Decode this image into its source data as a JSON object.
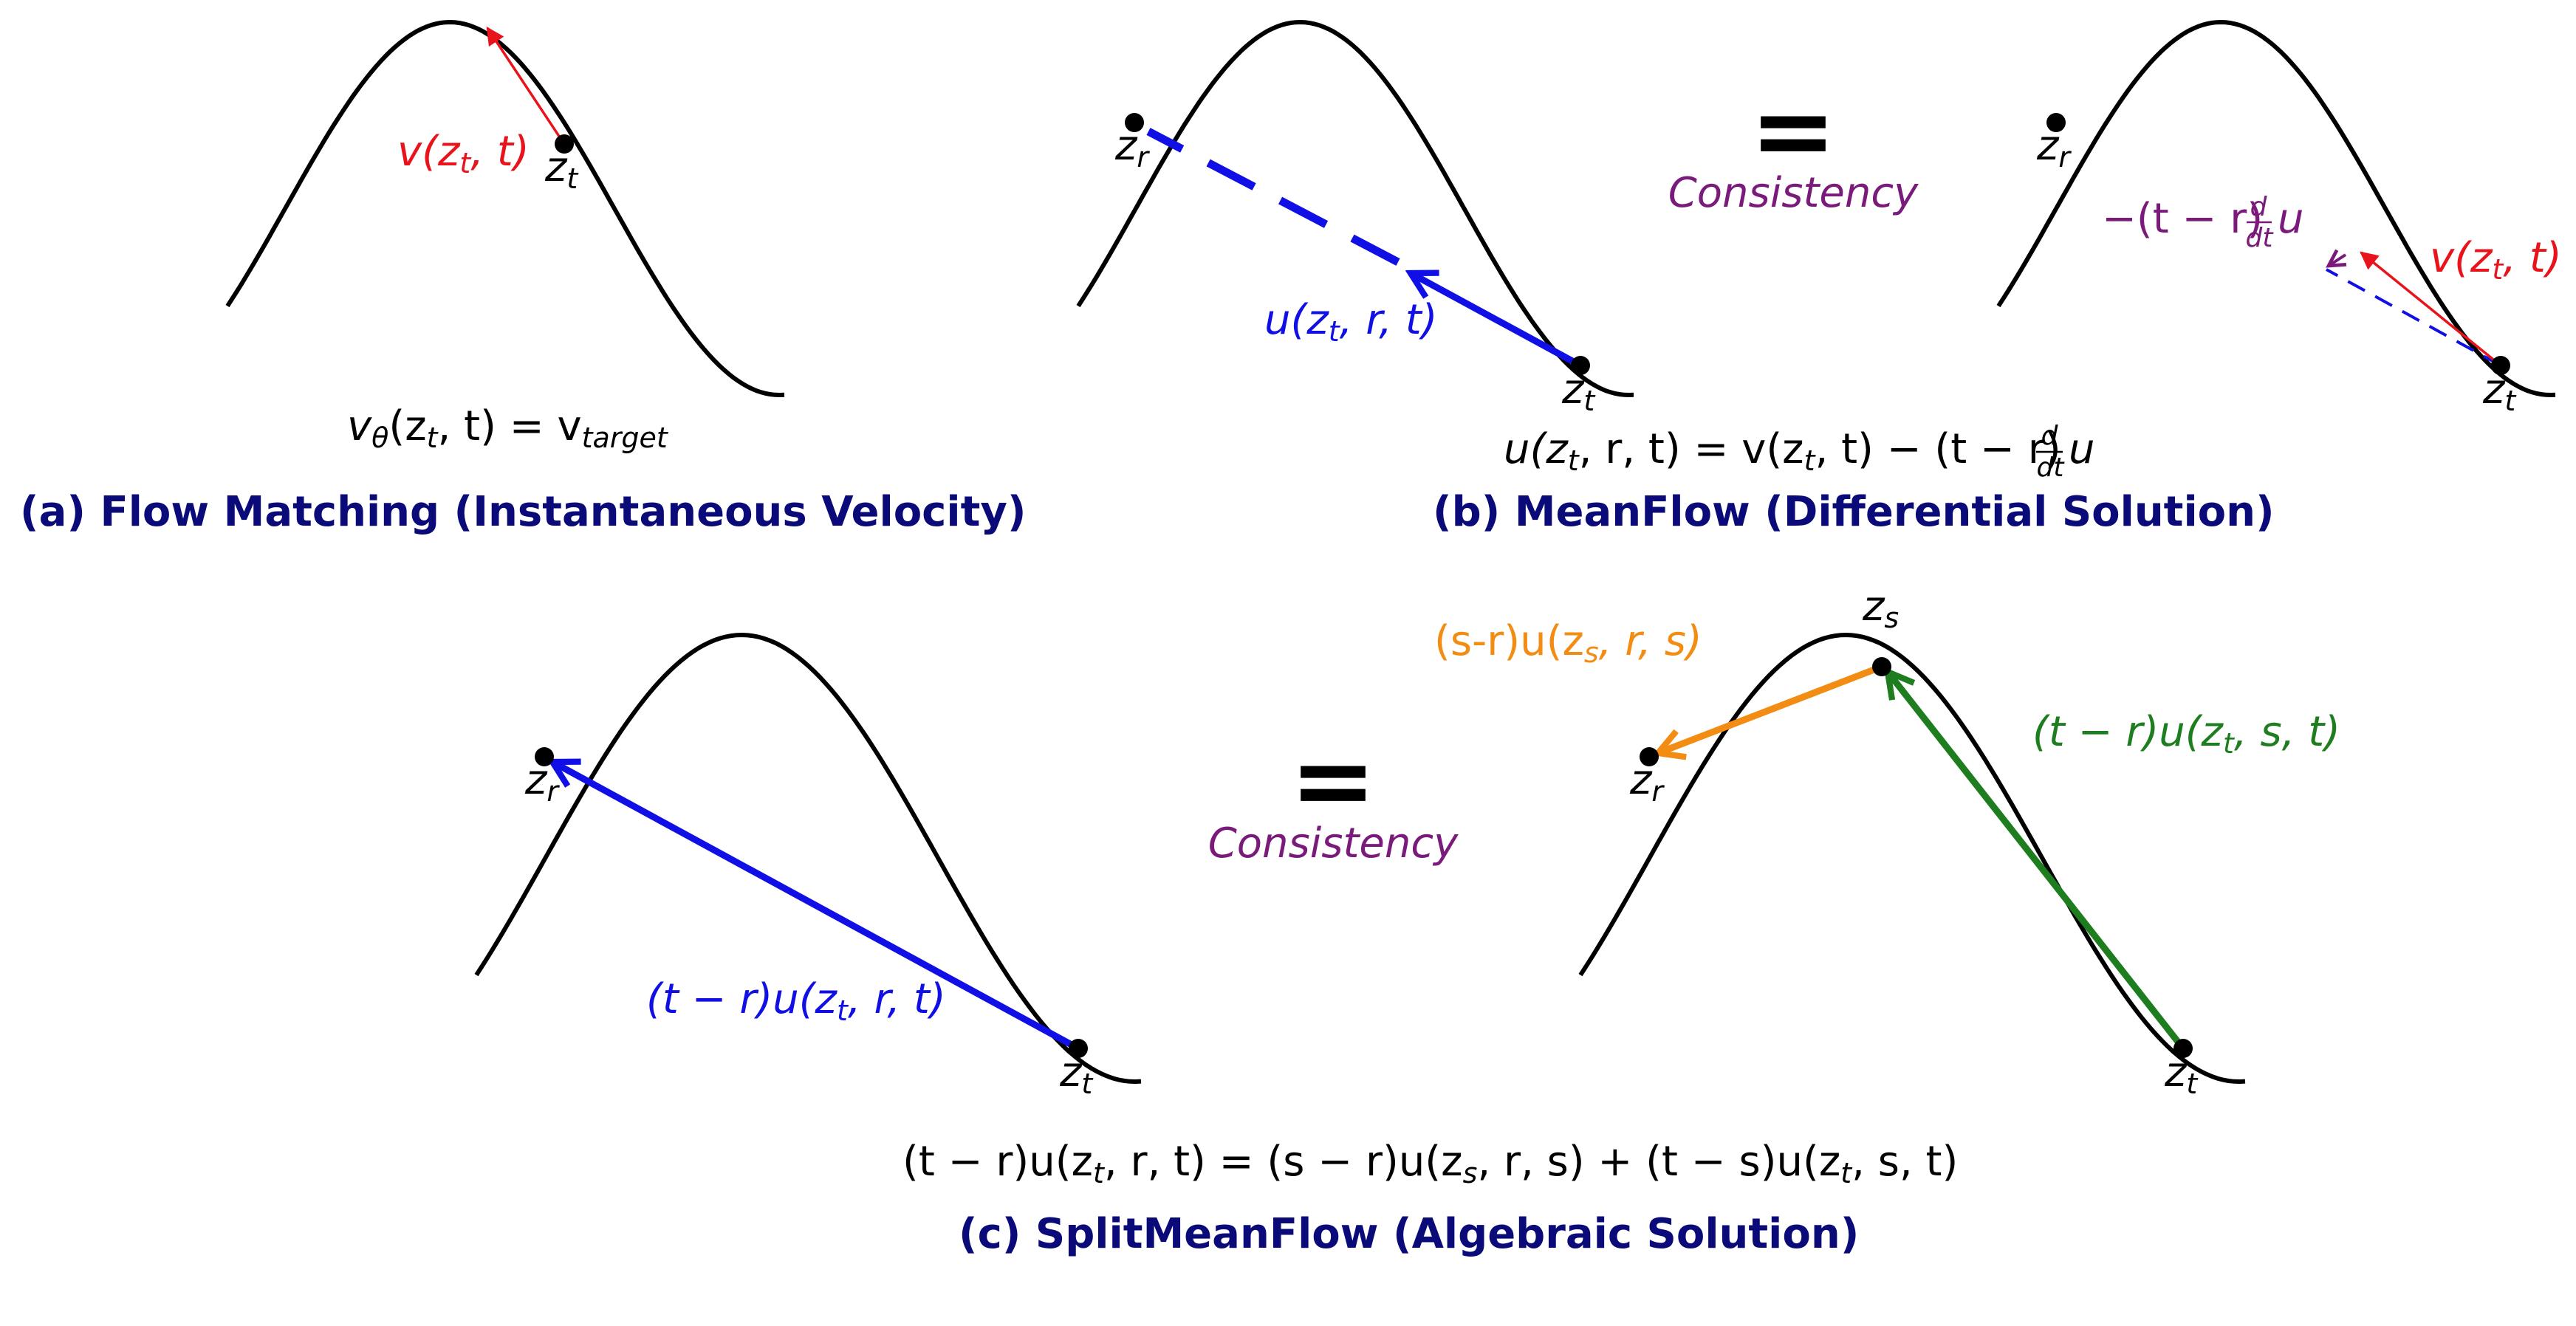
{
  "colors": {
    "curve": "#000000",
    "velocity": "#e8131b",
    "mean_velocity": "#1010e6",
    "consistency": "#7a1a7a",
    "segment_sr": "#f28c12",
    "segment_ts": "#1e7d1e",
    "caption": "#0a0a78"
  },
  "panel_a": {
    "caption": "(a) Flow Matching (Instantaneous Velocity)",
    "point_label_sub": "t",
    "velocity_label": {
      "main": "v(z",
      "sub": "t",
      "tail": ", t)"
    },
    "equation": {
      "lhs": "v",
      "lhs_sub": "θ",
      "mid": "(z",
      "mid_sub": "t",
      "mid_tail": ", t) = v",
      "rhs_sub": "target"
    }
  },
  "panel_b": {
    "caption": "(b) MeanFlow (Differential Solution)",
    "equal_sign": "=",
    "consistency_label": "Consistency",
    "point_r_sub": "r",
    "point_t_sub": "t",
    "mean_label": {
      "main": "u(z",
      "sub": "t",
      "tail": ", r, t)"
    },
    "velocity_label": {
      "main": "v(z",
      "sub": "t",
      "tail": ", t)"
    },
    "correction_label": {
      "main": "−(t − r)",
      "frac_num": "d",
      "frac_den": "dt",
      "tail": "u"
    },
    "equation": {
      "a": "u(z",
      "a_sub": "t",
      "b": ", r, t) = v(z",
      "b_sub": "t",
      "c": ", t) − (t − r)",
      "frac_num": "d",
      "frac_den": "dt",
      "d": "u"
    }
  },
  "panel_c": {
    "caption": "(c) SplitMeanFlow (Algebraic Solution)",
    "equal_sign": "=",
    "consistency_label": "Consistency",
    "point_r_sub": "r",
    "point_s_sub": "s",
    "point_t_sub": "t",
    "left_label": {
      "main": "(t − r)u(z",
      "sub": "t",
      "tail": ", r, t)"
    },
    "sr_label": {
      "main": "(s-r)u(z",
      "sub": "s",
      "tail": ", r, s)"
    },
    "ts_label": {
      "main": "(t − r)u(z",
      "sub": "t",
      "tail": ", s, t)"
    },
    "equation": {
      "a": "(t − r)u(z",
      "a_sub": "t",
      "b": ", r, t) = (s − r)u(z",
      "b_sub": "s",
      "c": ", r, s) + (t − s)u(z",
      "c_sub": "t",
      "d": ", s, t)"
    }
  }
}
